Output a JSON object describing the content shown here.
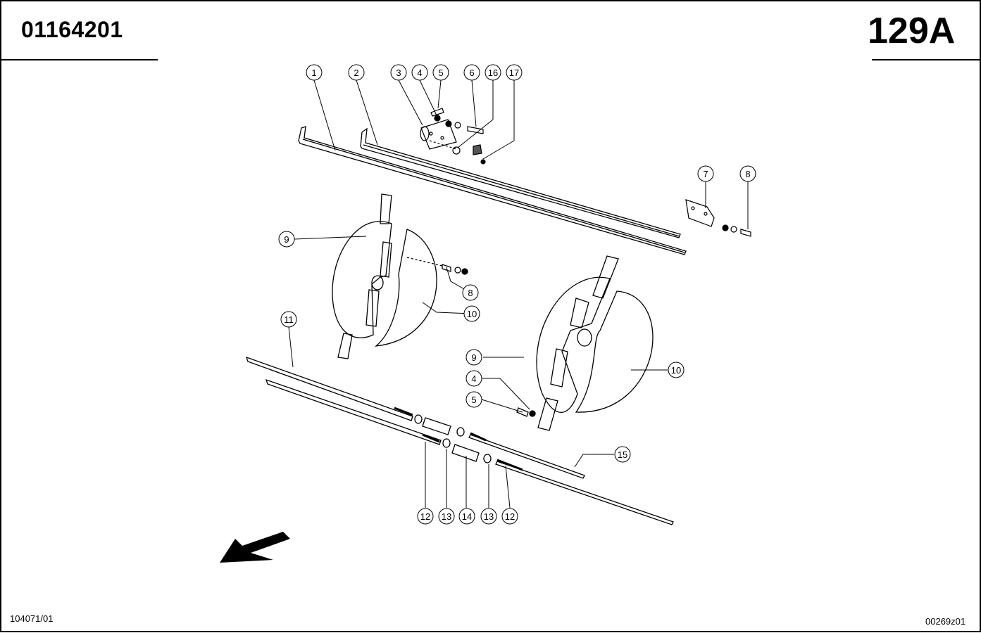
{
  "header": {
    "part_number": "01164201",
    "page_code": "129A"
  },
  "footer": {
    "ref_left": "104071/01",
    "ref_right": "00269z01"
  },
  "callouts": [
    {
      "id": "c1",
      "label": "1"
    },
    {
      "id": "c2",
      "label": "2"
    },
    {
      "id": "c3",
      "label": "3"
    },
    {
      "id": "c4a",
      "label": "4"
    },
    {
      "id": "c5a",
      "label": "5"
    },
    {
      "id": "c6",
      "label": "6"
    },
    {
      "id": "c16",
      "label": "16"
    },
    {
      "id": "c17",
      "label": "17"
    },
    {
      "id": "c7",
      "label": "7"
    },
    {
      "id": "c8a",
      "label": "8"
    },
    {
      "id": "c9a",
      "label": "9"
    },
    {
      "id": "c8b",
      "label": "8"
    },
    {
      "id": "c10a",
      "label": "10"
    },
    {
      "id": "c11",
      "label": "11"
    },
    {
      "id": "c9b",
      "label": "9"
    },
    {
      "id": "c10b",
      "label": "10"
    },
    {
      "id": "c4b",
      "label": "4"
    },
    {
      "id": "c5b",
      "label": "5"
    },
    {
      "id": "c15",
      "label": "15"
    },
    {
      "id": "c12a",
      "label": "12"
    },
    {
      "id": "c13a",
      "label": "13"
    },
    {
      "id": "c14",
      "label": "14"
    },
    {
      "id": "c13b",
      "label": "13"
    },
    {
      "id": "c12b",
      "label": "12"
    }
  ]
}
